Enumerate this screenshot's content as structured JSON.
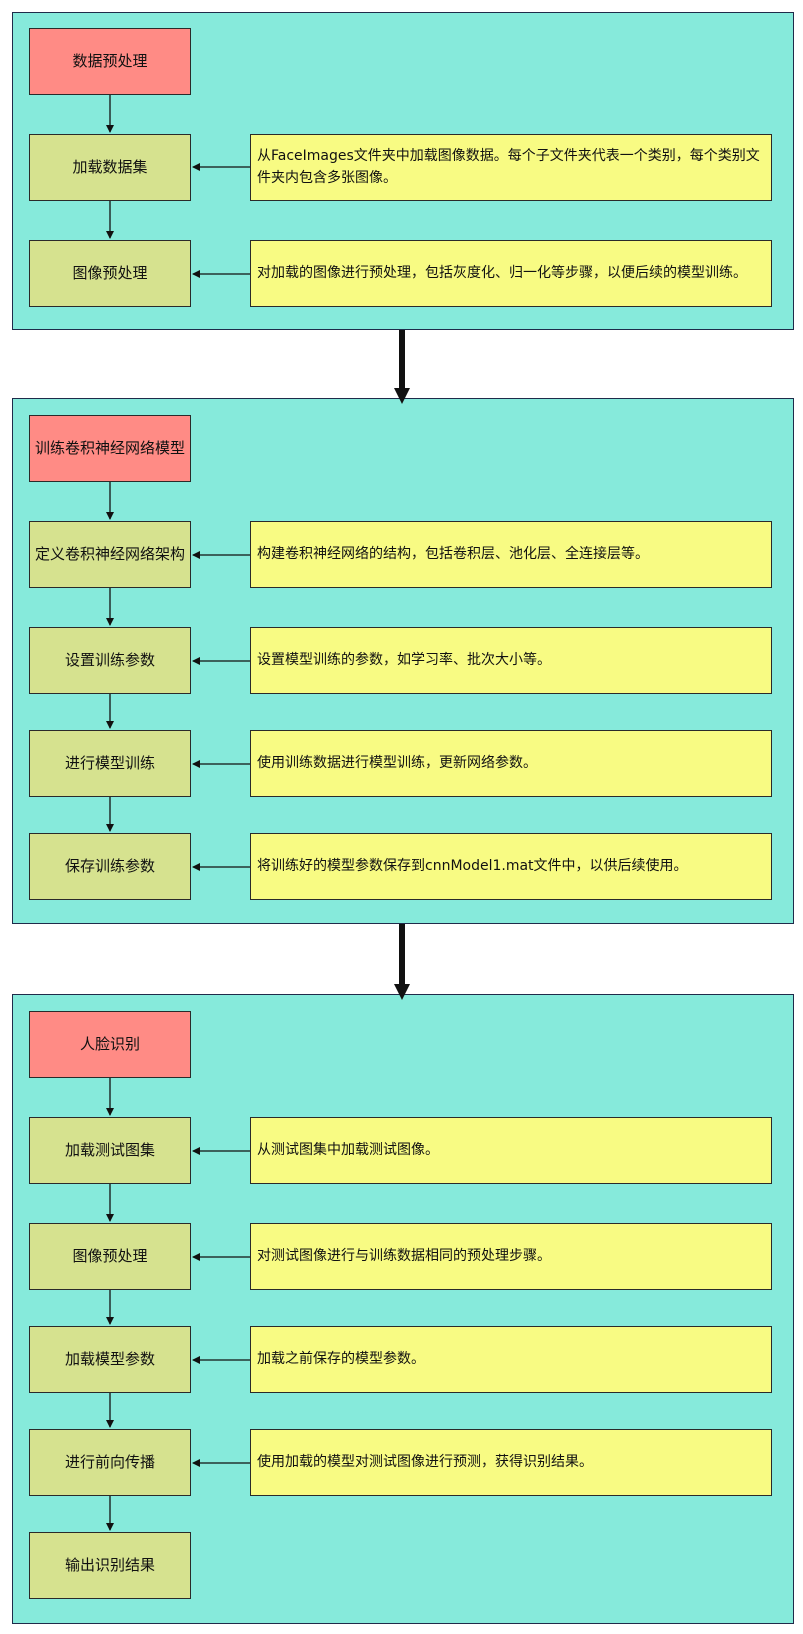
{
  "colors": {
    "panel_bg": "#86eadb",
    "header_bg": "#ff8b85",
    "step_bg": "#d6e28f",
    "note_bg": "#f8fb83",
    "line": "#111111"
  },
  "sections": [
    {
      "header": "数据预处理",
      "steps": [
        {
          "label": "加载数据集",
          "note": "从FaceImages文件夹中加载图像数据。每个子文件夹代表一个类别，每个类别文件夹内包含多张图像。"
        },
        {
          "label": "图像预处理",
          "note": "对加载的图像进行预处理，包括灰度化、归一化等步骤，以便后续的模型训练。"
        }
      ]
    },
    {
      "header": "训练卷积神经网络模型",
      "steps": [
        {
          "label": "定义卷积神经网络架构",
          "note": "构建卷积神经网络的结构，包括卷积层、池化层、全连接层等。"
        },
        {
          "label": "设置训练参数",
          "note": "设置模型训练的参数，如学习率、批次大小等。"
        },
        {
          "label": "进行模型训练",
          "note": "使用训练数据进行模型训练，更新网络参数。"
        },
        {
          "label": "保存训练参数",
          "note": "将训练好的模型参数保存到cnnModel1.mat文件中，以供后续使用。"
        }
      ]
    },
    {
      "header": "人脸识别",
      "steps": [
        {
          "label": "加载测试图集",
          "note": "从测试图集中加载测试图像。"
        },
        {
          "label": "图像预处理",
          "note": "对测试图像进行与训练数据相同的预处理步骤。"
        },
        {
          "label": "加载模型参数",
          "note": "加载之前保存的模型参数。"
        },
        {
          "label": "进行前向传播",
          "note": "使用加载的模型对测试图像进行预测，获得识别结果。"
        },
        {
          "label": "输出识别结果",
          "note": ""
        }
      ]
    }
  ]
}
